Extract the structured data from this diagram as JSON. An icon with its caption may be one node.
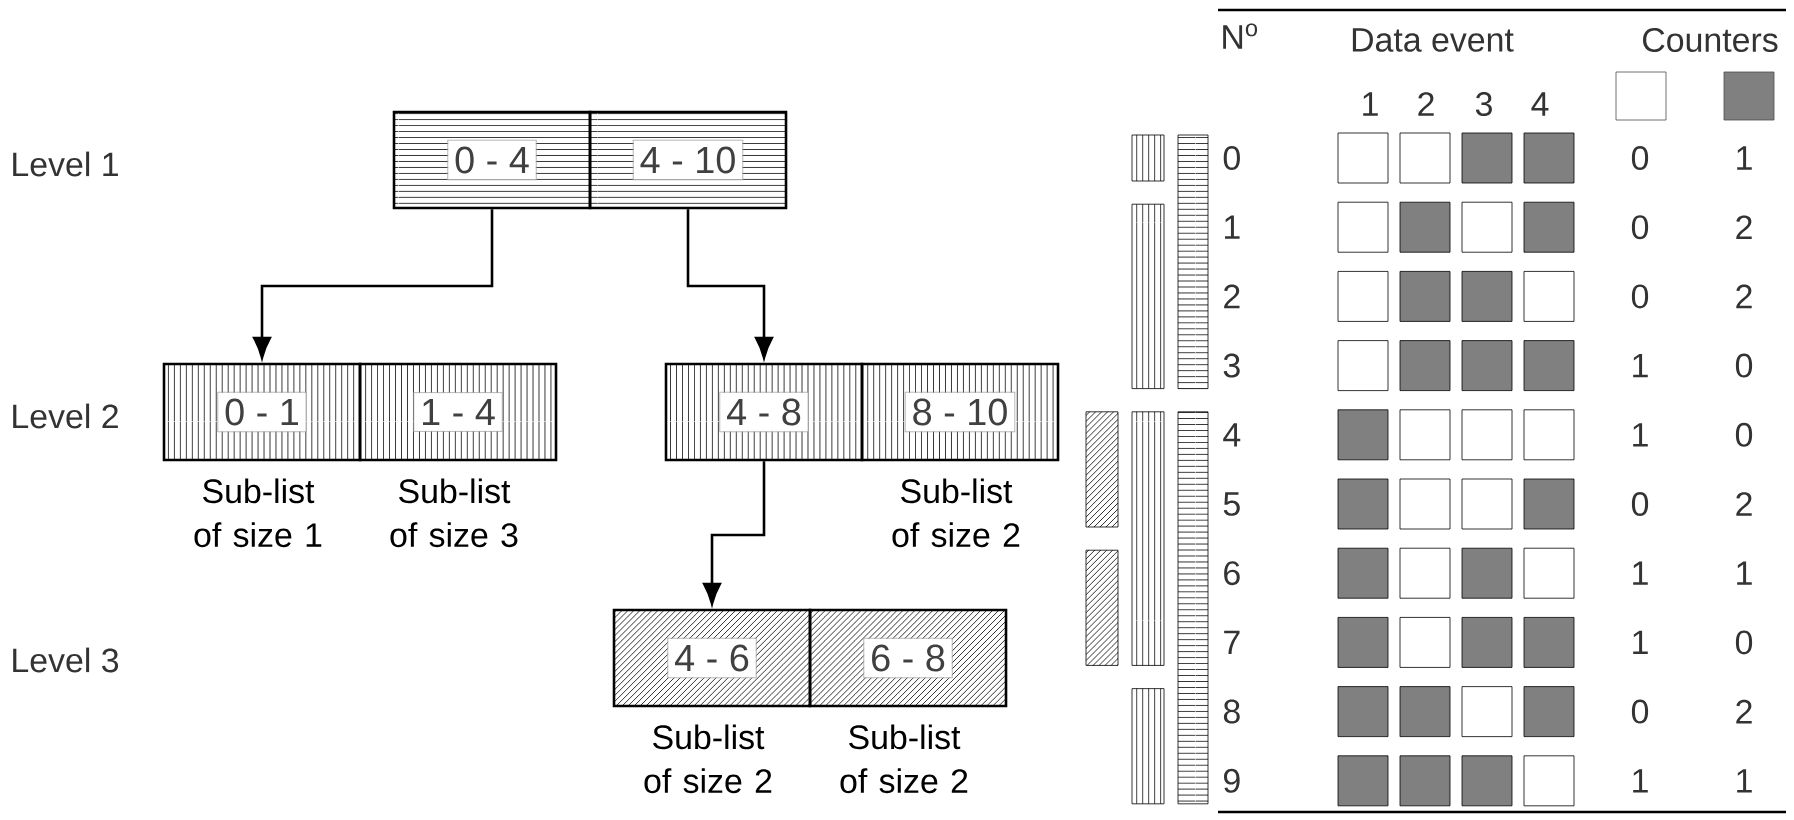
{
  "diagram": {
    "nodes": [
      {
        "text": [
          "0 - 4"
        ]
      },
      {
        "text": [
          "4 - 10"
        ]
      },
      {
        "text": [
          "0 - 1"
        ],
        "beside": [
          "Sub-list of size 1"
        ]
      },
      {
        "text": [
          "1 - 4"
        ],
        "beside": [
          "Sub-list of size 3"
        ]
      },
      {
        "text": [
          "4 - 8"
        ]
      },
      {
        "text": [
          "8 - 10"
        ],
        "beside": [
          "Sub-list of size 2"
        ]
      },
      {
        "text": [
          "4 - 6"
        ],
        "beside": [
          "Sub-list of size 2"
        ]
      },
      {
        "text": [
          "6 - 8"
        ],
        "beside": [
          "Sub-list of size 2"
        ]
      }
    ],
    "edges": [
      {
        "from": 0,
        "to": 2,
        "arrow": "to"
      },
      {
        "from": 1,
        "to": 4,
        "arrow": "to"
      },
      {
        "from": 4,
        "to": 6,
        "arrow": "to"
      }
    ],
    "labels": [
      "Level 1",
      "Level 2",
      "Level 3",
      "N$^{o}$",
      "Data event",
      "Counters",
      "1",
      "2",
      "3",
      "4",
      "0",
      "0",
      "1",
      "1",
      "0",
      "2",
      "2",
      "0",
      "2",
      "3",
      "1",
      "0",
      "4",
      "1",
      "0",
      "5",
      "0",
      "2",
      "6",
      "1",
      "1",
      "7",
      "1",
      "0",
      "8",
      "0",
      "2",
      "9",
      "1",
      "1"
    ]
  }
}
